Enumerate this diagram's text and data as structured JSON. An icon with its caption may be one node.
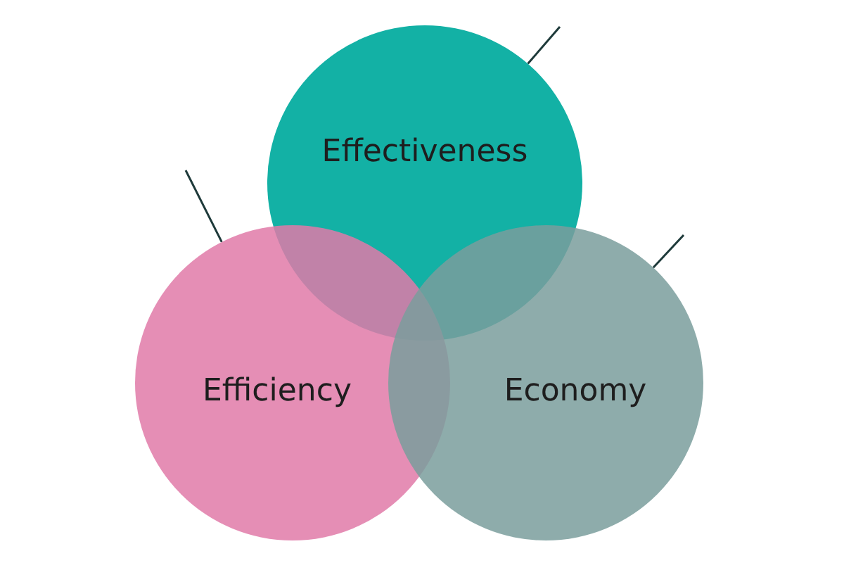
{
  "diagram": {
    "nodes": [
      {
        "text": [
          "Effectiveness"
        ]
      },
      {
        "text": [
          "Efficiency"
        ]
      },
      {
        "text": [
          "Economy"
        ]
      }
    ],
    "edges": [
      {
        "from": null,
        "to": 0,
        "arrow": "none"
      },
      {
        "from": null,
        "to": 1,
        "arrow": "none"
      },
      {
        "from": null,
        "to": 2,
        "arrow": "none"
      }
    ]
  }
}
